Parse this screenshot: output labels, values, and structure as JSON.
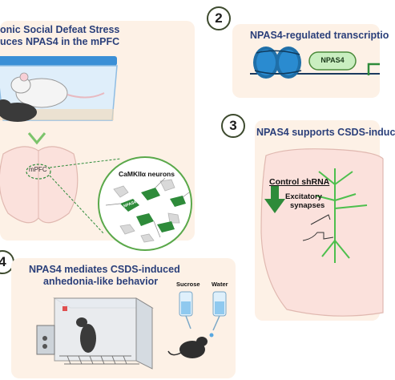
{
  "panel1": {
    "title_line1": "onic Social Defeat Stress",
    "title_line2": "uces NPAS4 in the mPFC",
    "region_label": "mPFC",
    "neurons_label": "CaMKIIα neurons",
    "cell_label": "NPAS4"
  },
  "panel2": {
    "number": "2",
    "title": "NPAS4-regulated transcriptio",
    "factor_label": "NPAS4"
  },
  "panel3": {
    "number": "3",
    "title": "NPAS4 supports CSDS-induc",
    "condition_label": "Control shRNA",
    "synapse_label_line1": "Excitatory",
    "synapse_label_line2": "synapses"
  },
  "panel4": {
    "number": "4",
    "title_line1": "NPAS4 mediates CSDS-induced",
    "title_line2": "anhedonia-like behavior",
    "sucrose_label": "Sucrose",
    "water_label": "Water"
  },
  "colors": {
    "panel_bg": "#fdf1e6",
    "title_text": "#2a3f7a",
    "neuron_green": "#2e8b3a",
    "dna_blue": "#1f6fa8",
    "npas4_box": "#c9eec0"
  }
}
